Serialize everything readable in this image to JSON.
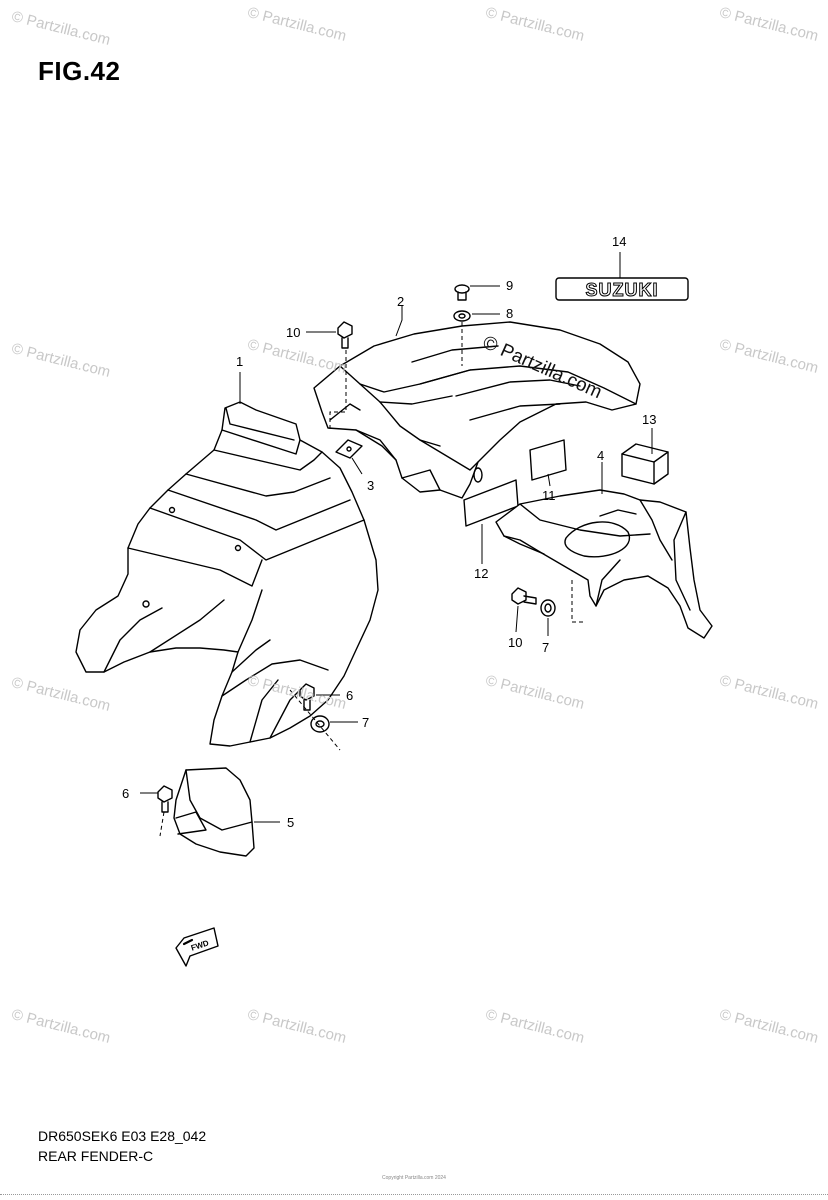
{
  "figure": {
    "title": "FIG.42",
    "model_code": "DR650SEK6 E03 E28_042",
    "section_name": "REAR FENDER-C",
    "copyright": "Copyright Partzilla.com 2024"
  },
  "watermark": {
    "text": "© Partzilla.com",
    "main_text": "© Partzilla.com"
  },
  "callouts": [
    {
      "number": "1",
      "part": "rear-fender"
    },
    {
      "number": "2",
      "part": "fender-cover"
    },
    {
      "number": "3",
      "part": "nut-plate"
    },
    {
      "number": "4",
      "part": "license-plate-bracket"
    },
    {
      "number": "5",
      "part": "mud-flap"
    },
    {
      "number": "6",
      "part": "bolt"
    },
    {
      "number": "6",
      "part": "bolt"
    },
    {
      "number": "7",
      "part": "cushion"
    },
    {
      "number": "7",
      "part": "cushion"
    },
    {
      "number": "8",
      "part": "washer"
    },
    {
      "number": "9",
      "part": "screw"
    },
    {
      "number": "10",
      "part": "bolt"
    },
    {
      "number": "10",
      "part": "bolt"
    },
    {
      "number": "11",
      "part": "cushion-pad"
    },
    {
      "number": "12",
      "part": "cushion-pad"
    },
    {
      "number": "13",
      "part": "cushion-block"
    },
    {
      "number": "14",
      "part": "emblem"
    }
  ],
  "emblem_text": "SUZUKI",
  "fwd_arrow": {
    "label": "FWD",
    "icon": "forward-arrow-icon"
  }
}
